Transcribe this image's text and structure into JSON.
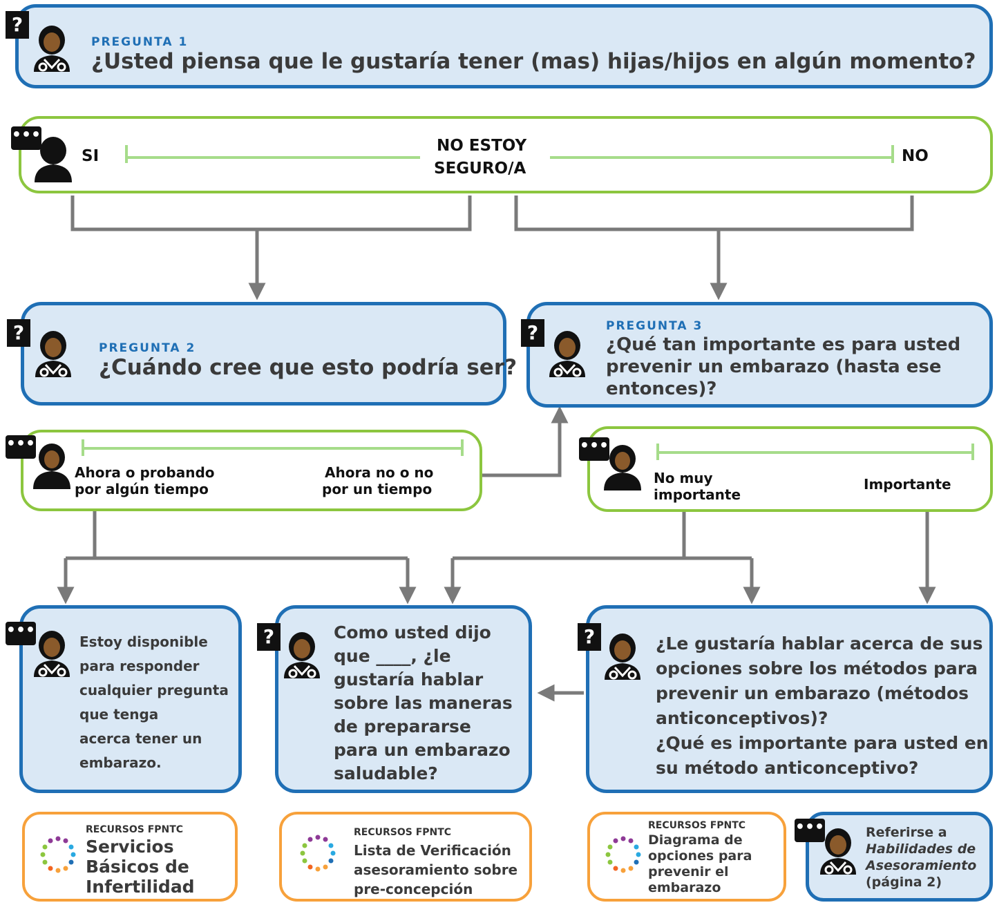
{
  "q1": {
    "label": "PREGUNTA 1",
    "text": "¿Usted piensa que le gustaría tener (mas) hijas/hijos en algún momento?"
  },
  "a1": {
    "si": "SI",
    "unsure_1": "NO ESTOY",
    "unsure_2": "SEGURO/A",
    "no": "NO"
  },
  "q2": {
    "label": "PREGUNTA 2",
    "text": "¿Cuándo cree que esto podría ser?"
  },
  "q3": {
    "label": "PREGUNTA 3",
    "line1": "¿Qué tan importante es para usted",
    "line2": "prevenir un embarazo (hasta ese",
    "line3": "entonces)?"
  },
  "a2": {
    "left_1": "Ahora o probando",
    "left_2": "por algún tiempo",
    "right_1": "Ahora no o no",
    "right_2": "por un tiempo"
  },
  "a3": {
    "left_1": "No muy",
    "left_2": "importante",
    "right": "Importante"
  },
  "box_avail": {
    "lines": [
      "Estoy disponible",
      "para responder",
      "cualquier pregunta",
      "que tenga",
      "acerca tener un",
      "embarazo."
    ]
  },
  "box_pre": {
    "lines": [
      "Como usted dijo",
      "que ____, ¿le",
      "gustaría hablar",
      "sobre las maneras",
      "de prepararse",
      "para un embarazo",
      "saludable?"
    ]
  },
  "box_contra": {
    "lines": [
      "¿Le gustaría hablar acerca de sus",
      "opciones sobre los métodos para",
      "prevenir un embarazo (métodos",
      "anticonceptivos)?",
      "¿Qué es importante para usted en",
      "su método anticonceptivo?"
    ]
  },
  "res1": {
    "label": "RECURSOS FPNTC",
    "lines": [
      "Servicios",
      "Básicos de",
      "Infertilidad"
    ]
  },
  "res2": {
    "label": "RECURSOS FPNTC",
    "lines": [
      "Lista de Verificación",
      "asesoramiento sobre",
      "pre-concepción"
    ]
  },
  "res3": {
    "label": "RECURSOS FPNTC",
    "lines": [
      "Diagrama de",
      "opciones para",
      "prevenir el",
      "embarazo"
    ]
  },
  "res4": {
    "line1": "Referirse a",
    "line2": "Habilidades de",
    "line3": "Asesoramiento",
    "line4": "(página 2)"
  },
  "icons": {
    "question": "?",
    "dots": "•••"
  },
  "colors": {
    "question_border": "#1f6fb5",
    "question_fill": "#dae8f5",
    "answer_border": "#8cc63f",
    "scale": "#a6dc8a",
    "resource_border": "#f7a13b",
    "connector": "#7a7a7a"
  }
}
